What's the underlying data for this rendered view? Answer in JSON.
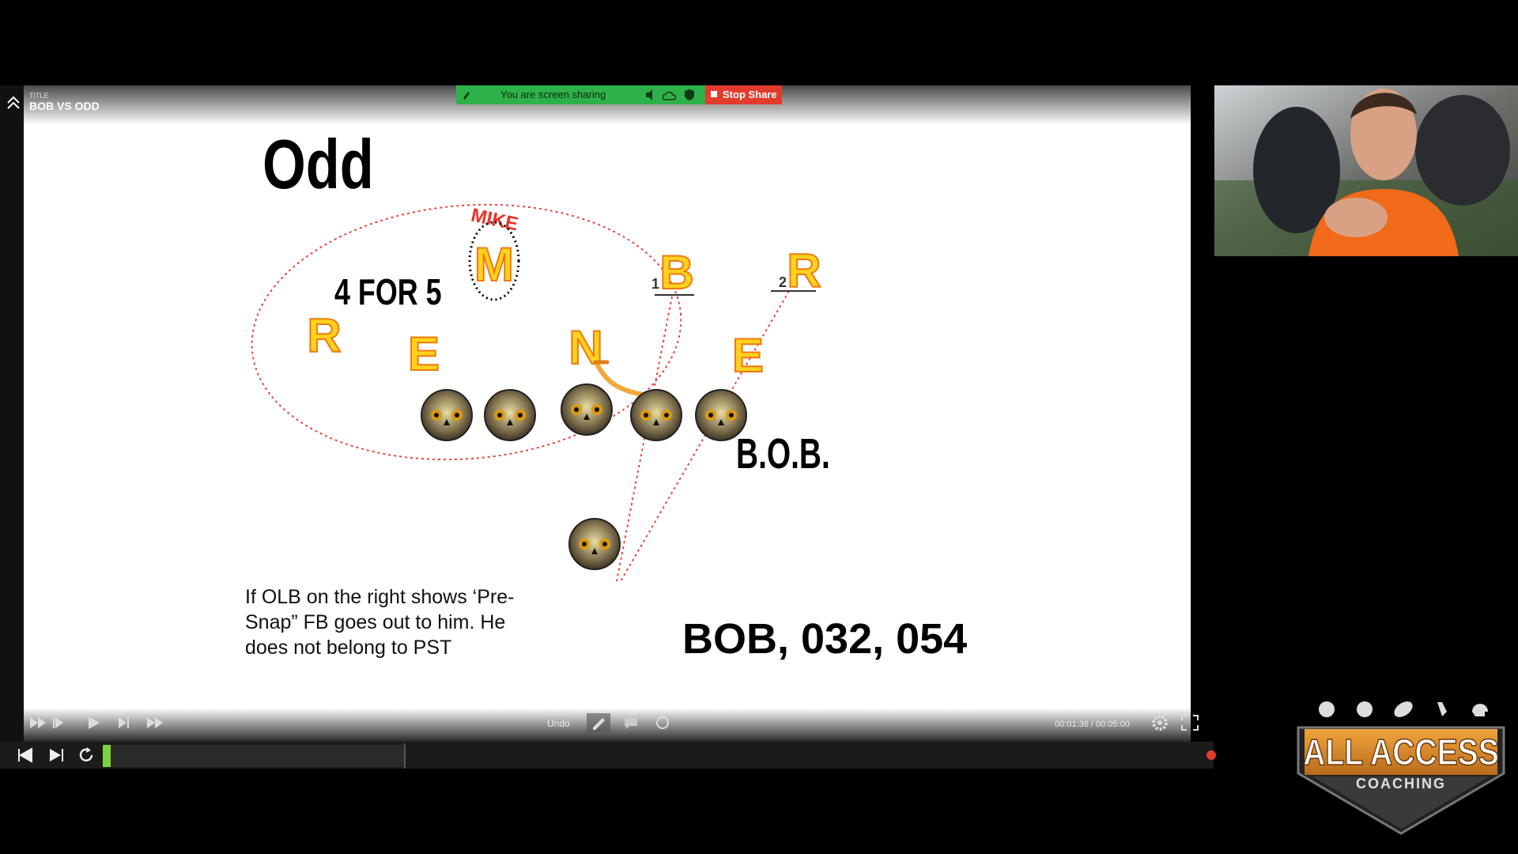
{
  "presentation": {
    "title_label": "TITLE",
    "title": "BOB VS ODD"
  },
  "share_bar": {
    "status": "You are screen sharing",
    "stop_label": "Stop Share"
  },
  "slide": {
    "heading": "Odd",
    "callout": "4 FOR 5",
    "mike_label": "MIKE",
    "players": {
      "mike": "M",
      "left_r": "R",
      "left_e": "E",
      "nose": "N",
      "right_e": "E",
      "b": "B",
      "right_r": "R"
    },
    "gap_1": "1",
    "gap_2": "2",
    "bob_label": "B.O.B.",
    "note_lines": [
      "If OLB on the right shows ‘Pre-",
      "Snap” FB goes out to him. He",
      "does not belong to PST"
    ],
    "plays": "BOB, 032, 054"
  },
  "player_controls": {
    "undo_label": "Undo",
    "time": "00:01:36 / 00:05:00"
  },
  "brand": {
    "line1": "ALL ACCESS",
    "line2": "COACHING"
  },
  "colors": {
    "share_green": "#2fb14a",
    "stop_red": "#e23b2e",
    "player_yellow": "#ffd21f",
    "player_orange": "#f07a10",
    "route_red": "#e8463f",
    "brand_orange": "#d98a2b"
  }
}
